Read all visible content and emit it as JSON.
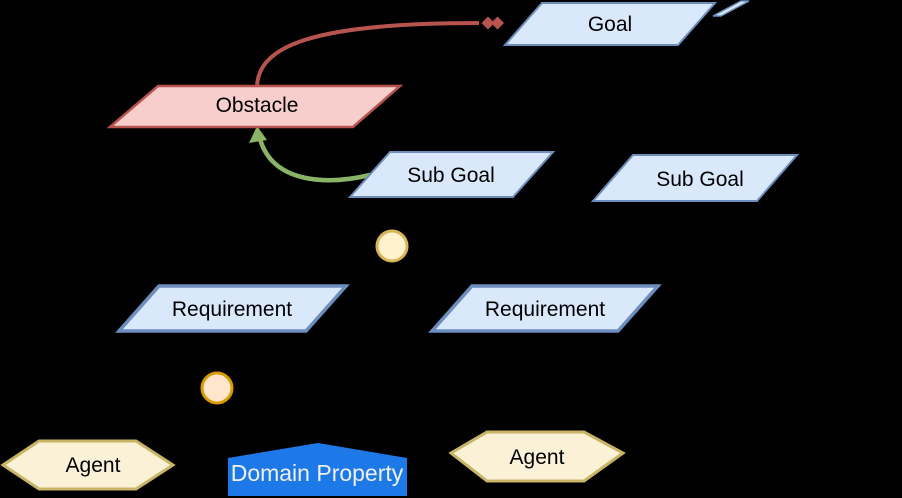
{
  "diagram": {
    "background_color": "#000000",
    "nodes": {
      "goal": {
        "label": "Goal",
        "fill": "#dae8fc",
        "stroke": "#6c8ebf"
      },
      "obstacle": {
        "label": "Obstacle",
        "fill": "#f8cecc",
        "stroke": "#b85450"
      },
      "subgoal_left": {
        "label": "Sub Goal",
        "fill": "#dae8fc",
        "stroke": "#6c8ebf"
      },
      "subgoal_right": {
        "label": "Sub Goal",
        "fill": "#dae8fc",
        "stroke": "#6c8ebf"
      },
      "requirement_left": {
        "label": "Requirement",
        "fill": "#dae8fc",
        "stroke": "#6c8ebf"
      },
      "requirement_right": {
        "label": "Requirement",
        "fill": "#dae8fc",
        "stroke": "#6c8ebf"
      },
      "agent_left": {
        "label": "Agent",
        "fill": "#faf1d6",
        "stroke": "#c9b465"
      },
      "agent_right": {
        "label": "Agent",
        "fill": "#faf1d6",
        "stroke": "#c9b465"
      },
      "domain_property": {
        "label": "Domain Property",
        "fill": "#1d79e8",
        "text_color": "#f0f0f0"
      },
      "and_junction_upper": {
        "fill": "#fff2cc",
        "stroke": "#d6b656"
      },
      "and_junction_lower": {
        "fill": "#ffe6cc",
        "stroke": "#d79b00"
      }
    },
    "edges": {
      "obstruction": {
        "color": "#b85450"
      },
      "resolution": {
        "color": "#8ab465"
      },
      "refinement": {
        "color": "#000000"
      }
    }
  }
}
